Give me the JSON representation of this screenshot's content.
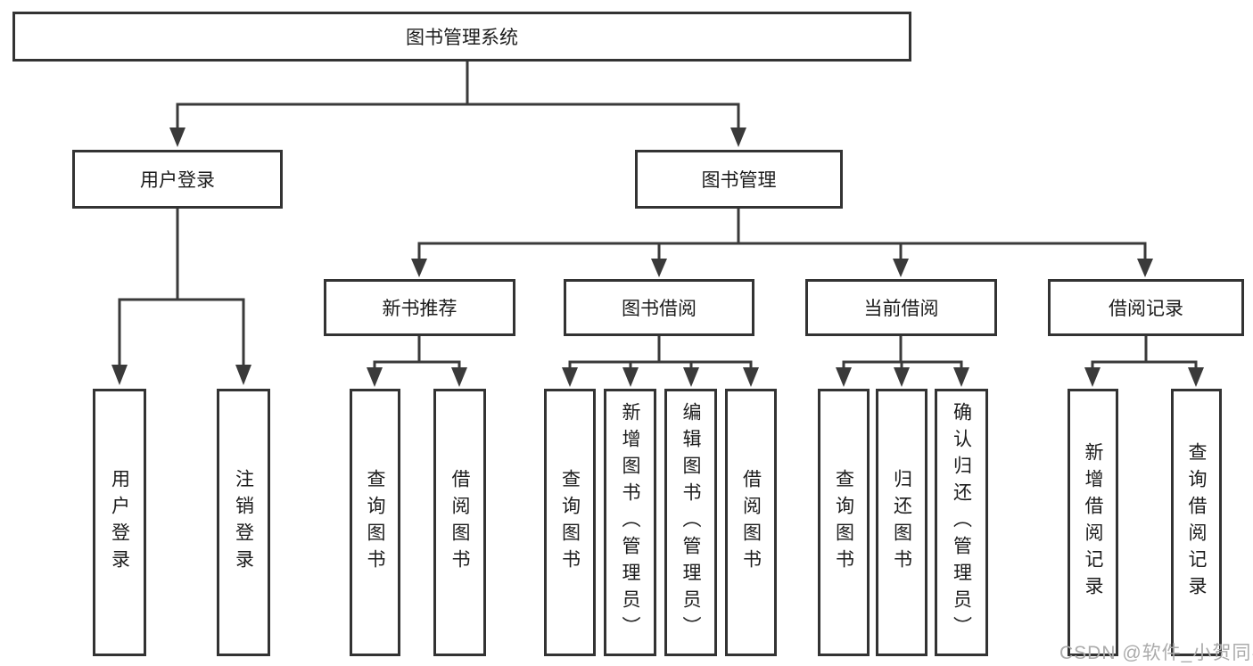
{
  "diagram": {
    "root": {
      "label": "图书管理系统"
    },
    "level2": [
      {
        "label": "用户登录",
        "children": [
          {
            "label": "用户登录"
          },
          {
            "label": "注销登录"
          }
        ]
      },
      {
        "label": "图书管理",
        "children": [
          {
            "label": "新书推荐",
            "children": [
              {
                "label": "查询图书"
              },
              {
                "label": "借阅图书"
              }
            ]
          },
          {
            "label": "图书借阅",
            "children": [
              {
                "label": "查询图书"
              },
              {
                "label": "新增图书（管理员）"
              },
              {
                "label": "编辑图书（管理员）"
              },
              {
                "label": "借阅图书"
              }
            ]
          },
          {
            "label": "当前借阅",
            "children": [
              {
                "label": "查询图书"
              },
              {
                "label": "归还图书"
              },
              {
                "label": "确认归还（管理员）"
              }
            ]
          },
          {
            "label": "借阅记录",
            "children": [
              {
                "label": "新增借阅记录"
              },
              {
                "label": "查询借阅记录"
              }
            ]
          }
        ]
      }
    ]
  },
  "watermark": {
    "text": "CSDN @软件_小贺同学"
  },
  "colors": {
    "line": "#3a3a3a",
    "box_border": "#333333",
    "text": "#1c1c1c",
    "watermark": "#ababab",
    "background": "#ffffff"
  }
}
